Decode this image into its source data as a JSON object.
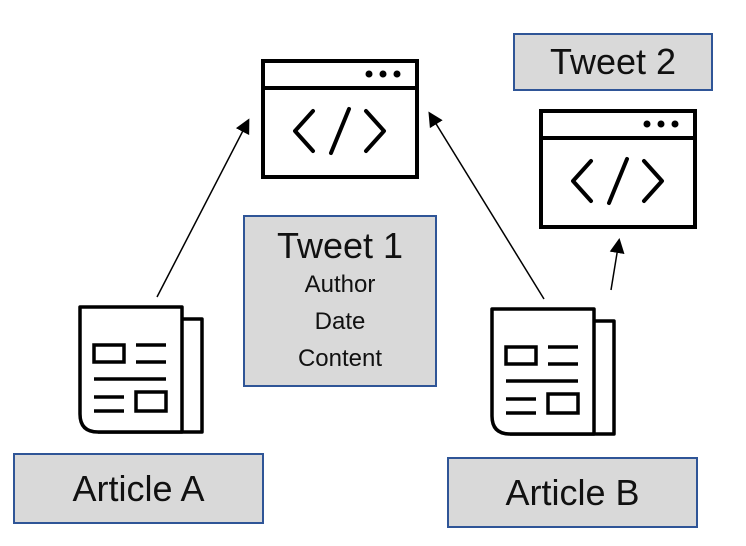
{
  "colors": {
    "box_fill": "#d9d9d9",
    "box_border": "#2f5597",
    "stroke": "#000000"
  },
  "icons": {
    "window_top": "code-window-icon",
    "window_right": "code-window-icon",
    "newspaper_left": "newspaper-icon",
    "newspaper_right": "newspaper-icon"
  },
  "labels": {
    "tweet1": {
      "title": "Tweet 1",
      "lines": [
        "Author",
        "Date",
        "Content"
      ]
    },
    "tweet2": {
      "title": "Tweet 2"
    },
    "article_a": {
      "title": "Article A"
    },
    "article_b": {
      "title": "Article B"
    }
  }
}
